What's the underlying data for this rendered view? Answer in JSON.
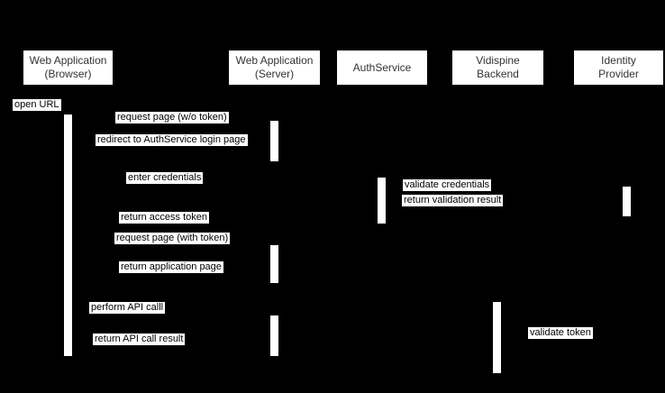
{
  "colors": {
    "background": "#000000",
    "box_fill": "#ffffff",
    "box_text": "#333333",
    "label_fill": "#ffffff",
    "label_text": "#000000",
    "activation_fill": "#ffffff"
  },
  "participants": [
    {
      "id": "web-app-browser",
      "line1": "Web Application",
      "line2": "(Browser)"
    },
    {
      "id": "web-app-server",
      "line1": "Web Application",
      "line2": "(Server)"
    },
    {
      "id": "auth-service",
      "line1": "AuthService",
      "line2": ""
    },
    {
      "id": "vidispine-backend",
      "line1": "Vidispine",
      "line2": "Backend"
    },
    {
      "id": "identity-provider",
      "line1": "Identity",
      "line2": "Provider"
    }
  ],
  "messages": [
    {
      "id": "open-url",
      "text": "open URL"
    },
    {
      "id": "request-page-without-token",
      "text": "request page (w/o token)"
    },
    {
      "id": "redirect-to-authservice-login-page",
      "text": "redirect to AuthService login page"
    },
    {
      "id": "enter-credentials",
      "text": "enter credentials"
    },
    {
      "id": "validate-credentials",
      "text": "validate credentials"
    },
    {
      "id": "return-validation-result",
      "text": "return validation result"
    },
    {
      "id": "return-access-token",
      "text": "return access token"
    },
    {
      "id": "request-page-with-token",
      "text": "request page (with token)"
    },
    {
      "id": "return-application-page",
      "text": "return application page"
    },
    {
      "id": "perform-api-call",
      "text": "perform API calll"
    },
    {
      "id": "validate-token",
      "text": "validate token"
    },
    {
      "id": "return-api-call-result",
      "text": "return API call result"
    }
  ]
}
